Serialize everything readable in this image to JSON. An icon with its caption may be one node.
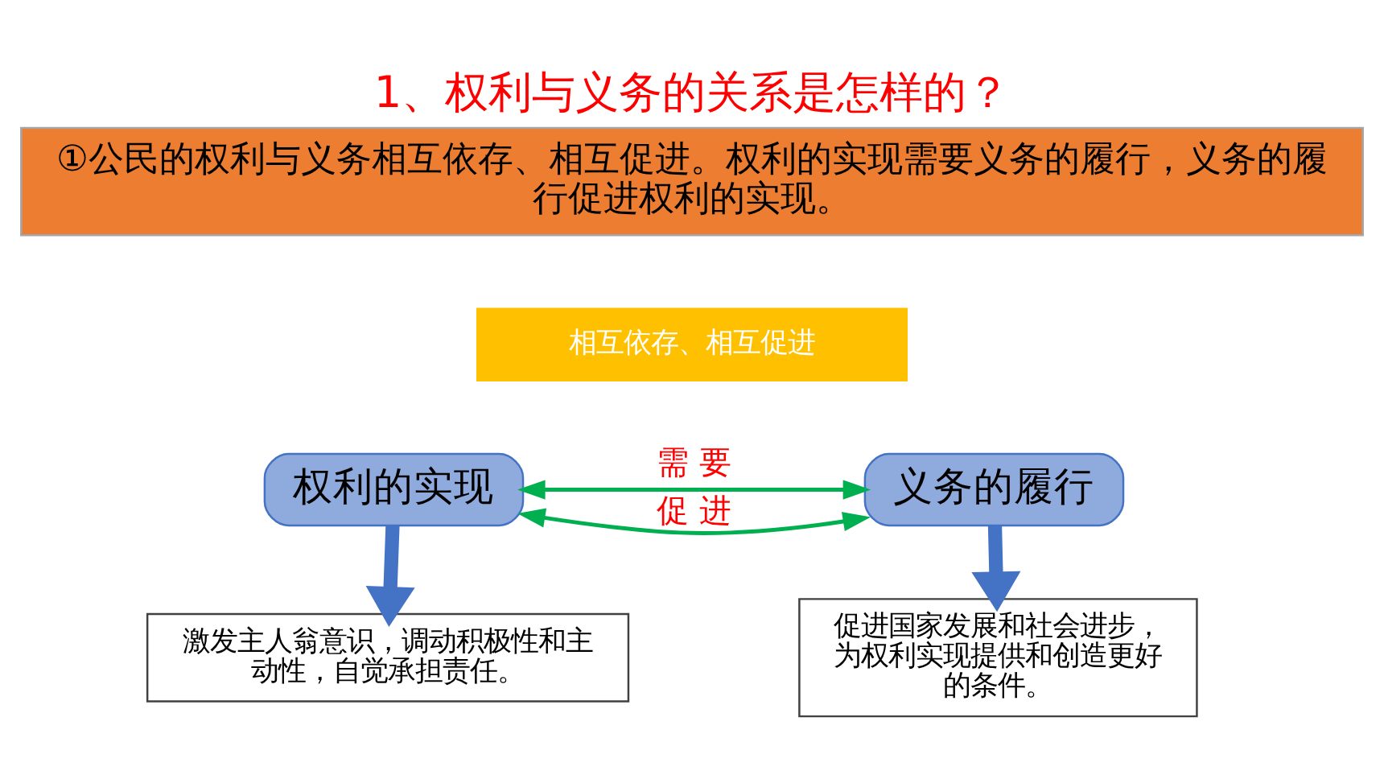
{
  "diagram": {
    "title": "1、权利与义务的关系是怎样的？",
    "nodes": [
      {
        "text": [
          "①公民的权利与义务相互依存、相互促进。权利的实现需要义务的履行，义务的履行促进权利的实现。"
        ]
      },
      {
        "text": [
          "相互依存、相互促进"
        ]
      },
      {
        "text": [
          "权利的实现"
        ]
      },
      {
        "text": [
          "义务的履行"
        ]
      },
      {
        "text": [
          "激发主人翁意识，调动积极性和主动性，自觉承担责任。"
        ]
      },
      {
        "text": [
          "促进国家发展和社会进步，为权利实现提供和创造更好的条件。"
        ]
      }
    ],
    "edges": [
      {
        "from": 2,
        "to": 3,
        "arrow": "both",
        "label": "需 要",
        "color": "#00b050"
      },
      {
        "from": 2,
        "to": 3,
        "arrow": "both",
        "label": "促 进",
        "color": "#00b050"
      },
      {
        "from": 2,
        "to": 4,
        "arrow": "to",
        "style": "thick",
        "color": "#4472c4"
      },
      {
        "from": 3,
        "to": 5,
        "arrow": "to",
        "style": "thick",
        "color": "#4472c4"
      }
    ]
  }
}
